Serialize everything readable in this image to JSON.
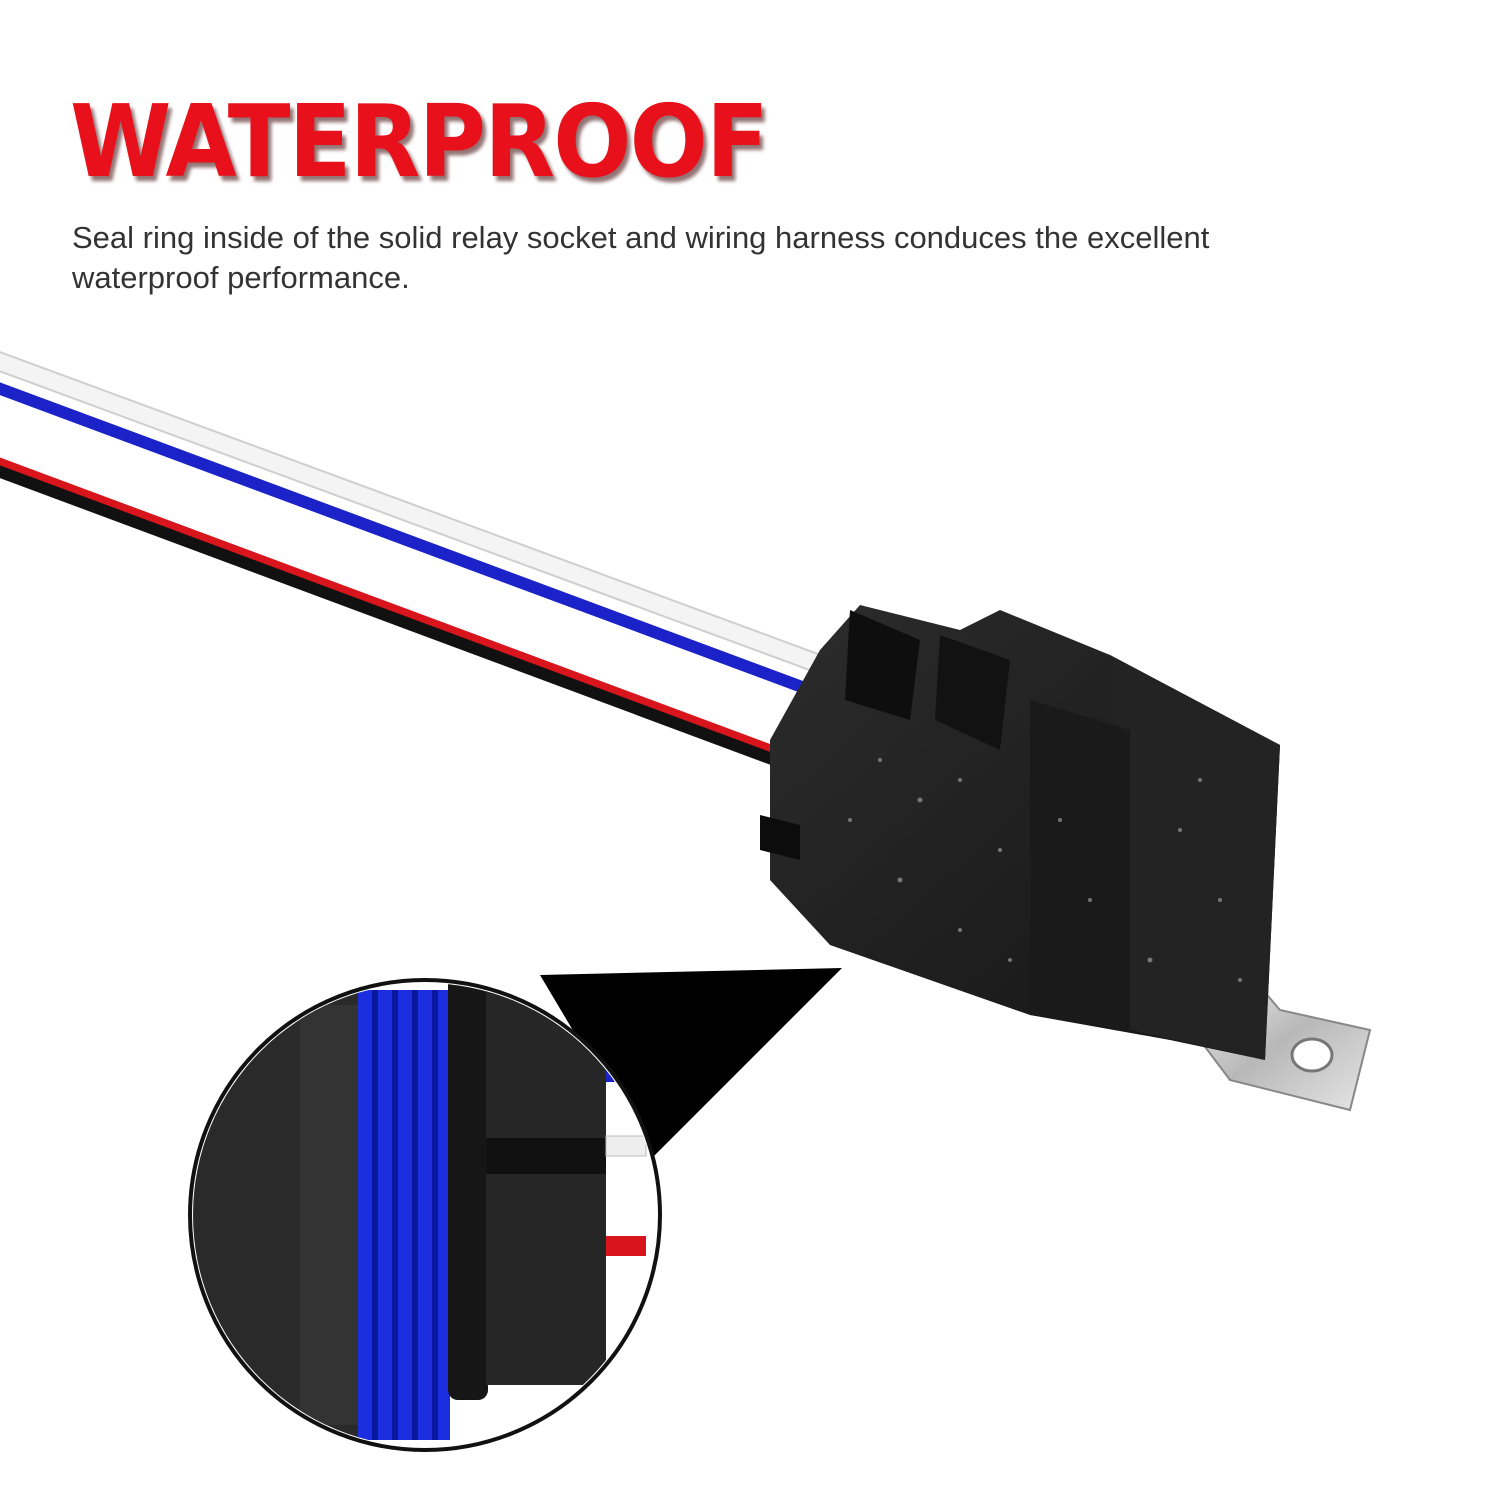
{
  "headline": "WATERPROOF",
  "description": "Seal ring inside of the solid relay socket and wiring harness conduces the excellent waterproof performance.",
  "colors": {
    "headline": "#e8101a",
    "text": "#333333",
    "relay": "#1e1e1e",
    "seal_ring": "#1a2ee0",
    "wire_blue": "#1a22c8",
    "wire_red": "#d8141c",
    "wire_white": "#f2f2f2"
  },
  "illustration": {
    "product": "relay-with-wiring-harness",
    "inset": "seal-ring-closeup"
  }
}
